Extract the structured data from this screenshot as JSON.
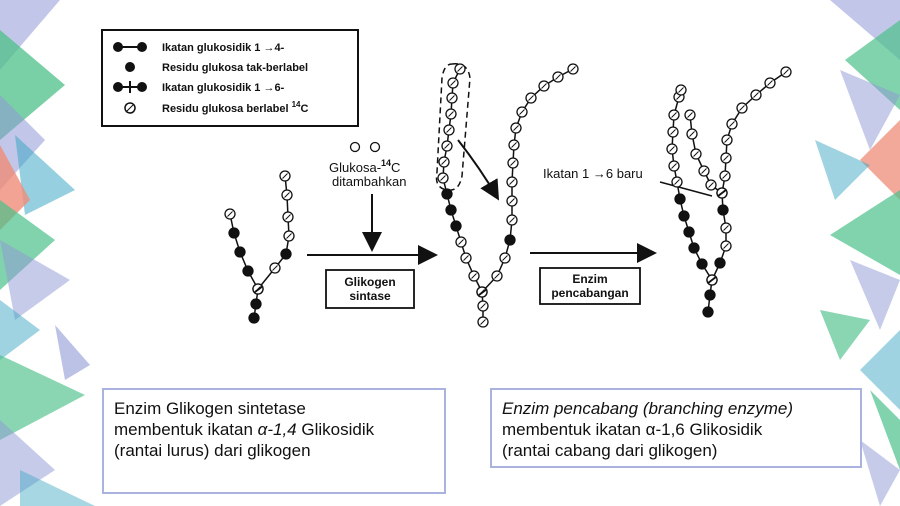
{
  "legend": {
    "items": [
      {
        "symbol": "bond-1-4",
        "text": "Ikatan glukosidik 1 →4-"
      },
      {
        "symbol": "unlabeled-residue",
        "text": "Residu glukosa tak-berlabel"
      },
      {
        "symbol": "bond-1-6",
        "text": "Ikatan glukosidik 1 →6-"
      },
      {
        "symbol": "labeled-residue",
        "text": "Residu glukosa berlabel"
      }
    ],
    "superscript": "14",
    "superscript_suffix": "C"
  },
  "glucose_label": {
    "line1": "Glukosa-",
    "sup": "14",
    "sup_suffix": "C",
    "line2": "ditambahkan"
  },
  "enzyme_synthase": {
    "line1": "Glikogen",
    "line2": "sintase"
  },
  "enzyme_branching": {
    "line1": "Enzim",
    "line2": "pencabangan"
  },
  "new_bond_label": "Ikatan 1 →6 baru",
  "captions": {
    "left": {
      "l1": "Enzim Glikogen sintetase",
      "l2_pre": "membentuk ikatan ",
      "l2_it": "α-1,4",
      "l2_post": " Glikosidik",
      "l3": "(rantai lurus) dari glikogen"
    },
    "right": {
      "l1": "Enzim pencabang (branching enzyme)",
      "l2": "membentuk ikatan α-1,6 Glikosidik",
      "l3": "(rantai cabang dari glikogen)"
    }
  },
  "colors": {
    "caption_border": "#aab3e0",
    "residue_filled": "#111111",
    "triangle_blue": "#8f97d6",
    "triangle_green": "#4cc08a",
    "triangle_teal": "#3fa7c4",
    "triangle_salmon": "#ef8c78"
  }
}
